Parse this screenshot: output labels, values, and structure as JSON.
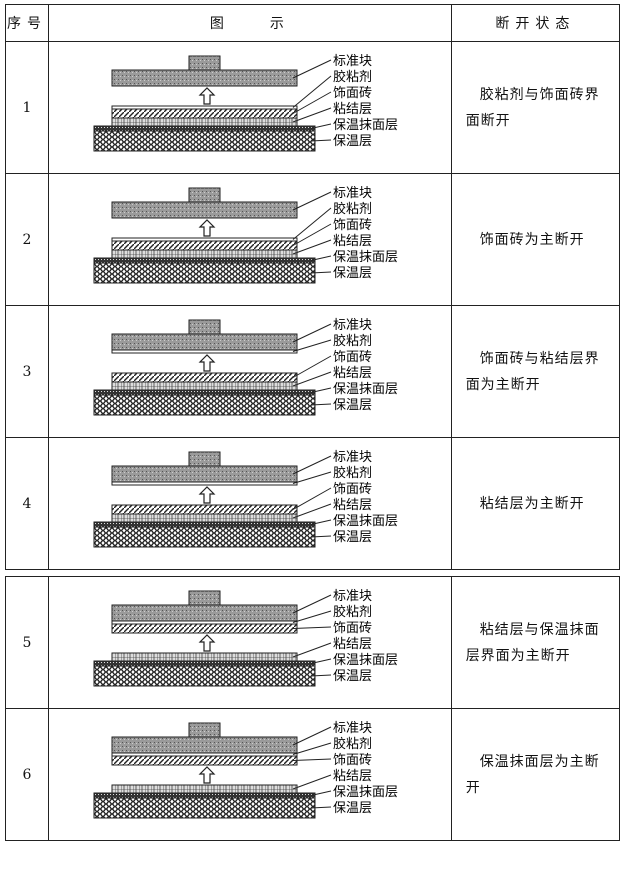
{
  "header": {
    "col_index": "序号",
    "col_diagram": "图　　示",
    "col_state": "断开状态"
  },
  "layer_labels": [
    "标准块",
    "胶粘剂",
    "饰面砖",
    "粘结层",
    "保温抹面层",
    "保温层"
  ],
  "rows": [
    {
      "index": "1",
      "state": "胶粘剂与饰面砖界面断开",
      "split_after": "胶粘剂"
    },
    {
      "index": "2",
      "state": "饰面砖为主断开",
      "split_after": "胶粘剂"
    },
    {
      "index": "3",
      "state": "饰面砖与粘结层界面为主断开",
      "split_after": "饰面砖"
    },
    {
      "index": "4",
      "state": "粘结层为主断开",
      "split_after": "饰面砖"
    },
    {
      "index": "5",
      "state": "粘结层与保温抹面层界面为主断开",
      "split_after": "粘结层"
    },
    {
      "index": "6",
      "state": "保温抹面层为主断开",
      "split_after": "粘结层"
    }
  ]
}
